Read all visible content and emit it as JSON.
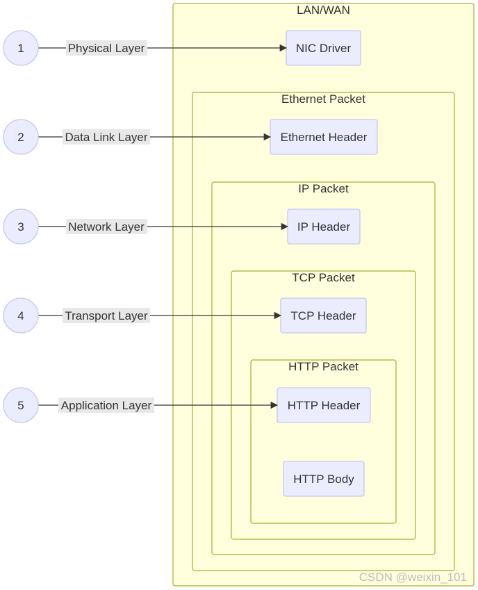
{
  "groups": {
    "lan": "LAN/WAN",
    "ethernet": "Ethernet Packet",
    "ip": "IP Packet",
    "tcp": "TCP Packet",
    "http": "HTTP Packet"
  },
  "nodes": {
    "nic_driver": "NIC Driver",
    "ethernet_header": "Ethernet Header",
    "ip_header": "IP Header",
    "tcp_header": "TCP Header",
    "http_header": "HTTP Header",
    "http_body": "HTTP Body"
  },
  "layers": [
    {
      "number": "1",
      "label": "Physical Layer"
    },
    {
      "number": "2",
      "label": "Data Link Layer"
    },
    {
      "number": "3",
      "label": "Network Layer"
    },
    {
      "number": "4",
      "label": "Transport Layer"
    },
    {
      "number": "5",
      "label": "Application Layer"
    }
  ],
  "watermark": "CSDN @weixin_101",
  "colors": {
    "group_fill": "#ffffde",
    "group_stroke": "#aaaa33",
    "node_fill": "#ececff",
    "node_stroke": "#c6c6ee",
    "edge": "#333333",
    "edge_label_bg": "#e8e8e8"
  }
}
